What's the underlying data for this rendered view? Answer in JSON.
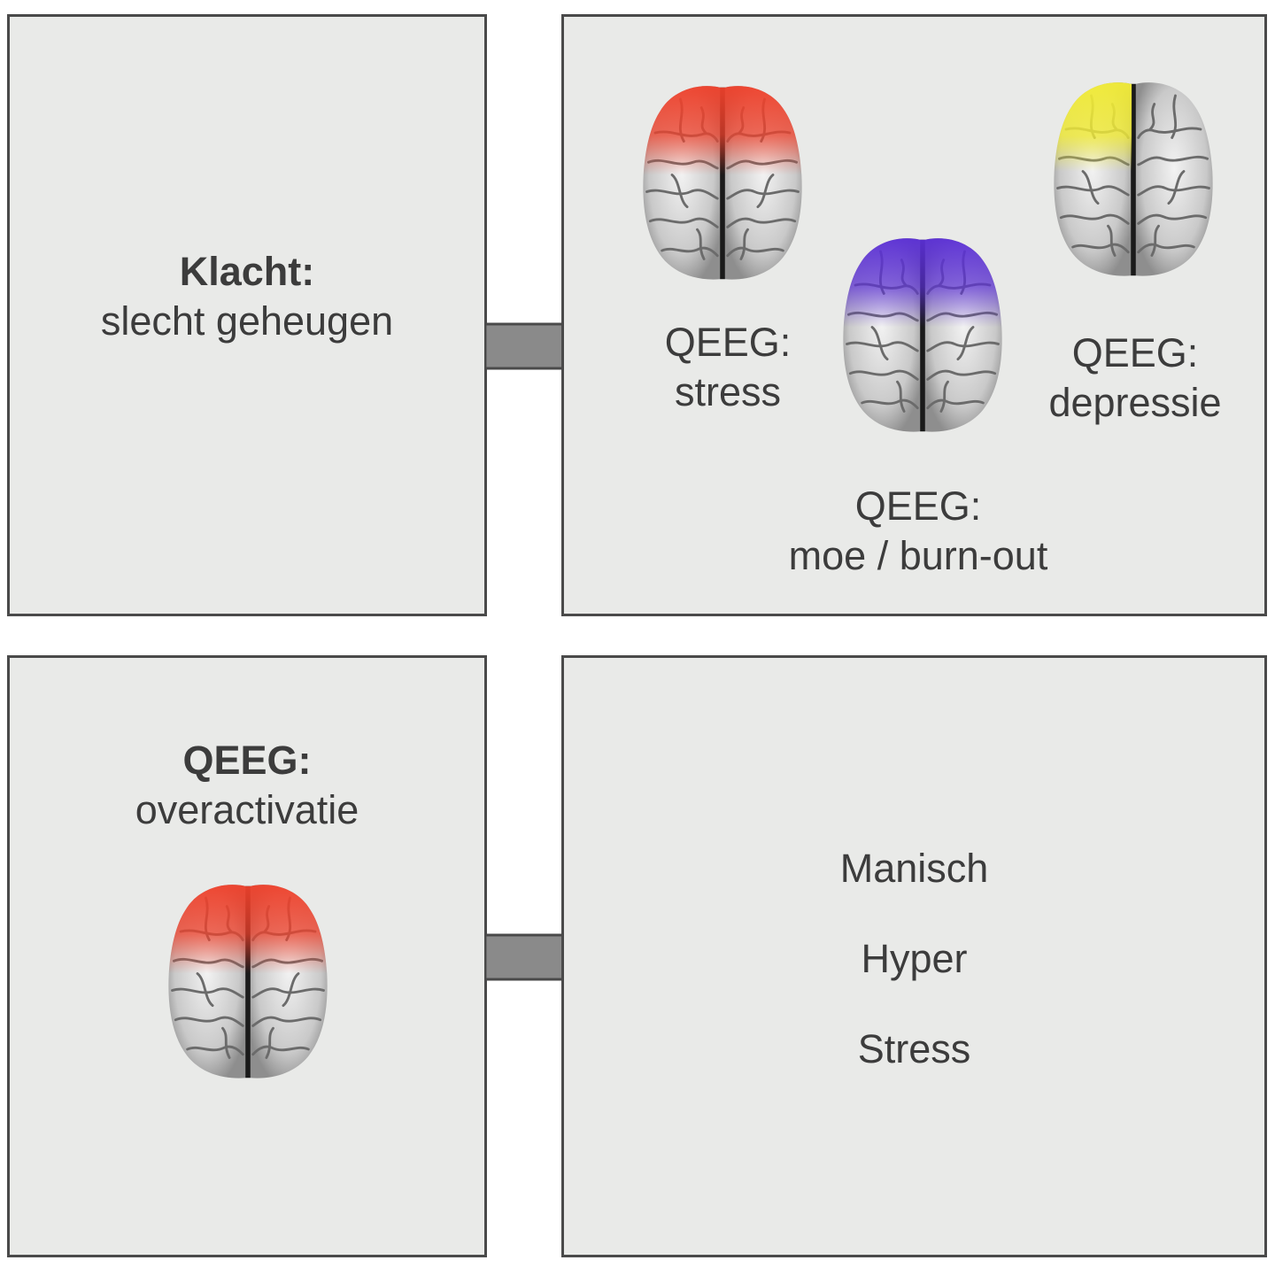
{
  "complaint": {
    "label": "Klacht:",
    "value": "slecht geheugen"
  },
  "qeeg_options": [
    {
      "label": "QEEG:",
      "value": "stress",
      "color": "#f0412b"
    },
    {
      "label": "QEEG:",
      "value": "moe / burn-out",
      "color": "#5b2fd6"
    },
    {
      "label": "QEEG:",
      "value": "depressie",
      "color": "#f2ec35"
    }
  ],
  "finding": {
    "label": "QEEG:",
    "value": "overactivatie",
    "color": "#f0412b"
  },
  "outcomes": [
    "Manisch",
    "Hyper",
    "Stress"
  ],
  "colors": {
    "panel": "#e9eae8",
    "border": "#4a4a4a",
    "arrow": "#8a8a8a",
    "text": "#3c3c3c"
  }
}
